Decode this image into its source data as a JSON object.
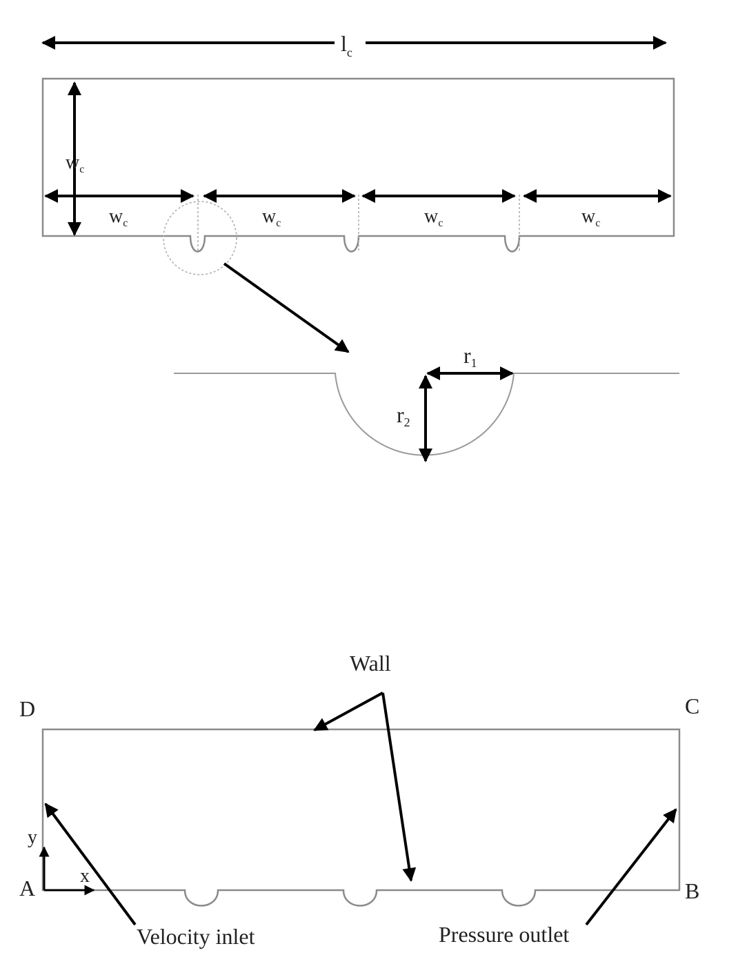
{
  "top_view": {
    "length_label": "l",
    "length_subscript": "c",
    "width_label": "w",
    "width_subscript": "c",
    "segment_labels": [
      {
        "main": "w",
        "sub": "c"
      },
      {
        "main": "w",
        "sub": "c"
      },
      {
        "main": "w",
        "sub": "c"
      },
      {
        "main": "w",
        "sub": "c"
      }
    ]
  },
  "detail_view": {
    "r1_label": "r",
    "r1_subscript": "1",
    "r2_label": "r",
    "r2_subscript": "2"
  },
  "boundary_view": {
    "corner_a": "A",
    "corner_b": "B",
    "corner_c": "C",
    "corner_d": "D",
    "axis_y": "y",
    "axis_x": "x",
    "wall_label": "Wall",
    "inlet_label": "Velocity inlet",
    "outlet_label": "Pressure outlet"
  }
}
